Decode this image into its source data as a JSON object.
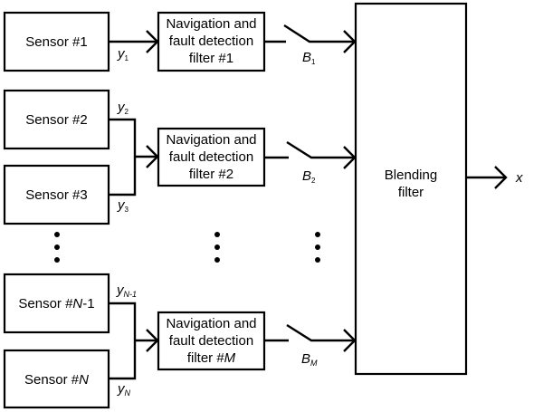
{
  "diagram": {
    "sensors": [
      {
        "prefix": "Sensor #",
        "id": "1",
        "id_italic": "",
        "suffix": "",
        "output": "y",
        "output_sub": "1"
      },
      {
        "prefix": "Sensor #",
        "id": "2",
        "id_italic": "",
        "suffix": "",
        "output": "y",
        "output_sub": "2"
      },
      {
        "prefix": "Sensor #",
        "id": "3",
        "id_italic": "",
        "suffix": "",
        "output": "y",
        "output_sub": "3"
      },
      {
        "prefix": "Sensor #",
        "id": "",
        "id_italic": "N",
        "suffix": "-1",
        "output": "y",
        "output_sub": "N-1"
      },
      {
        "prefix": "Sensor #",
        "id": "",
        "id_italic": "N",
        "suffix": "",
        "output": "y",
        "output_sub": "N"
      }
    ],
    "filters": [
      {
        "line1": "Navigation and",
        "line2": "fault detection",
        "line3_prefix": "filter #",
        "line3_id": "1",
        "line3_id_italic": "",
        "switch": "B",
        "switch_sub": "1"
      },
      {
        "line1": "Navigation and",
        "line2": "fault detection",
        "line3_prefix": "filter #",
        "line3_id": "2",
        "line3_id_italic": "",
        "switch": "B",
        "switch_sub": "2"
      },
      {
        "line1": "Navigation and",
        "line2": "fault detection",
        "line3_prefix": "filter #",
        "line3_id": "",
        "line3_id_italic": "M",
        "switch": "B",
        "switch_sub": "M"
      }
    ],
    "blending": {
      "line1": "Blending",
      "line2": "filter"
    },
    "output": "x",
    "ellipsis_symbol": "⋮"
  }
}
